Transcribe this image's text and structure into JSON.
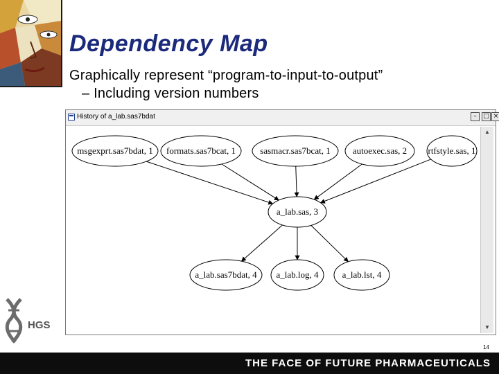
{
  "slide": {
    "title": "Dependency Map",
    "bullets": [
      "Graphically represent “program-to-input-to-output”",
      "– Including version numbers"
    ],
    "page_number": "14",
    "footer": "THE FACE OF FUTURE PHARMACEUTICALS",
    "logo_text": "HGS"
  },
  "window": {
    "title": "History of a_lab.sas7bdat",
    "buttons": {
      "minimize": "–",
      "maximize": "□",
      "close": "×"
    }
  },
  "graph": {
    "nodes": {
      "msg": "msgexprt.sas7bdat, 1",
      "formats": "formats.sas7bcat, 1",
      "sasmacr": "sasmacr.sas7bcat, 1",
      "autoexec": "autoexec.sas, 2",
      "rtfstyle": "rtfstyle.sas, 1",
      "alab": "a_lab.sas, 3",
      "out_sas7bdat": "a_lab.sas7bdat, 4",
      "out_log": "a_lab.log, 4",
      "out_lst": "a_lab.lst, 4"
    },
    "edges": [
      [
        "msg",
        "alab"
      ],
      [
        "formats",
        "alab"
      ],
      [
        "sasmacr",
        "alab"
      ],
      [
        "autoexec",
        "alab"
      ],
      [
        "rtfstyle",
        "alab"
      ],
      [
        "alab",
        "out_sas7bdat"
      ],
      [
        "alab",
        "out_log"
      ],
      [
        "alab",
        "out_lst"
      ]
    ]
  }
}
